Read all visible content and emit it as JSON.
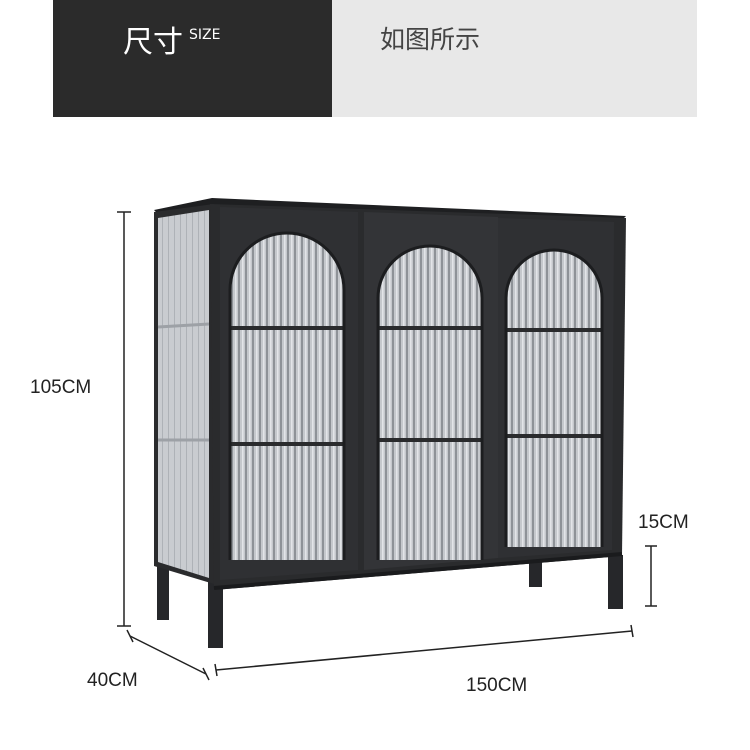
{
  "header": {
    "title_main": "尺寸",
    "title_sub": "SIZE",
    "value": "如图所示"
  },
  "dimensions": {
    "height": "105CM",
    "leg_height": "15CM",
    "depth": "40CM",
    "width": "150CM"
  },
  "colors": {
    "header_dark": "#2b2b2b",
    "header_light": "#e8e8e8",
    "cabinet_frame": "#2a2b2d",
    "glass": "#b9bcc0"
  }
}
